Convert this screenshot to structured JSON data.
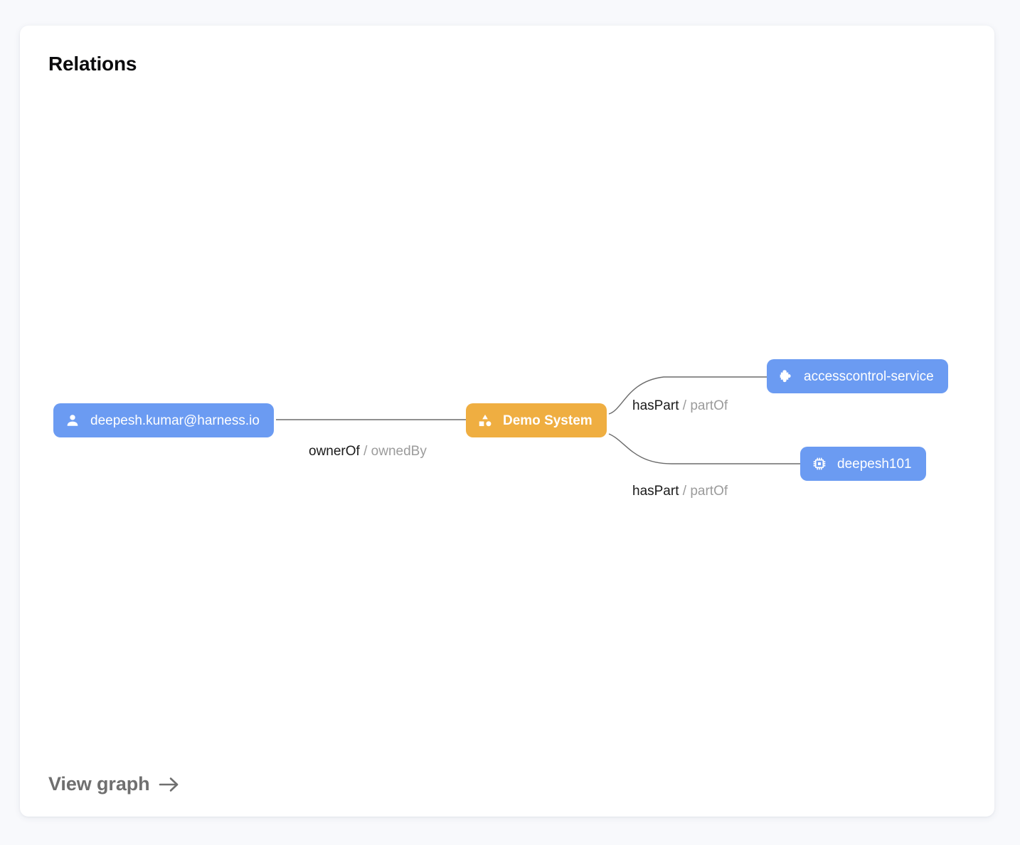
{
  "card": {
    "title": "Relations",
    "footer_link": "View graph",
    "footer_icon": "arrow-right-icon"
  },
  "colors": {
    "page_background": "#f8f9fc",
    "card_background": "#ffffff",
    "node_blue": "#6b9bf2",
    "node_orange": "#efae41",
    "edge_line": "#6b6b6b",
    "label_primary": "#1a1a1a",
    "label_secondary": "#9b9b9b",
    "footer_text": "#6f6f6f"
  },
  "graph": {
    "nodes": [
      {
        "id": "user",
        "label": "deepesh.kumar@harness.io",
        "kind": "blue",
        "icon": "person-icon"
      },
      {
        "id": "system",
        "label": "Demo System",
        "kind": "orange",
        "icon": "category-shapes-icon"
      },
      {
        "id": "service",
        "label": "accesscontrol-service",
        "kind": "blue",
        "icon": "puzzle-piece-icon"
      },
      {
        "id": "component",
        "label": "deepesh101",
        "kind": "blue",
        "icon": "memory-chip-icon"
      }
    ],
    "edges": [
      {
        "id": "owner",
        "source": "user",
        "target": "system",
        "primary": "ownerOf",
        "separator": " / ",
        "secondary": "ownedBy"
      },
      {
        "id": "haspart-top",
        "source": "system",
        "target": "service",
        "primary": "hasPart",
        "separator": " / ",
        "secondary": "partOf"
      },
      {
        "id": "haspart-bottom",
        "source": "system",
        "target": "component",
        "primary": "hasPart",
        "separator": " / ",
        "secondary": "partOf"
      }
    ]
  }
}
